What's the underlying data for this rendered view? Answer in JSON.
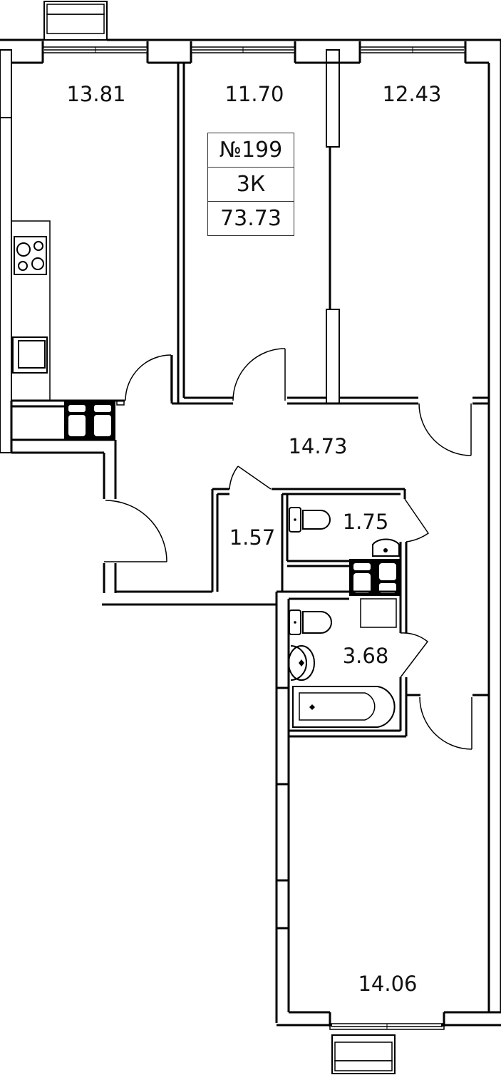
{
  "apartment": {
    "number": "№199",
    "type": "3К",
    "total_area": "73.73"
  },
  "rooms": [
    {
      "id": "kitchen",
      "area": "13.81"
    },
    {
      "id": "bedroom-middle",
      "area": "11.70"
    },
    {
      "id": "bedroom-right",
      "area": "12.43"
    },
    {
      "id": "hallway",
      "area": "14.73"
    },
    {
      "id": "closet",
      "area": "1.57"
    },
    {
      "id": "wc",
      "area": "1.75"
    },
    {
      "id": "bathroom",
      "area": "3.68"
    },
    {
      "id": "bedroom-bottom",
      "area": "14.06"
    }
  ],
  "colors": {
    "line": "#000000",
    "background": "#ffffff"
  }
}
